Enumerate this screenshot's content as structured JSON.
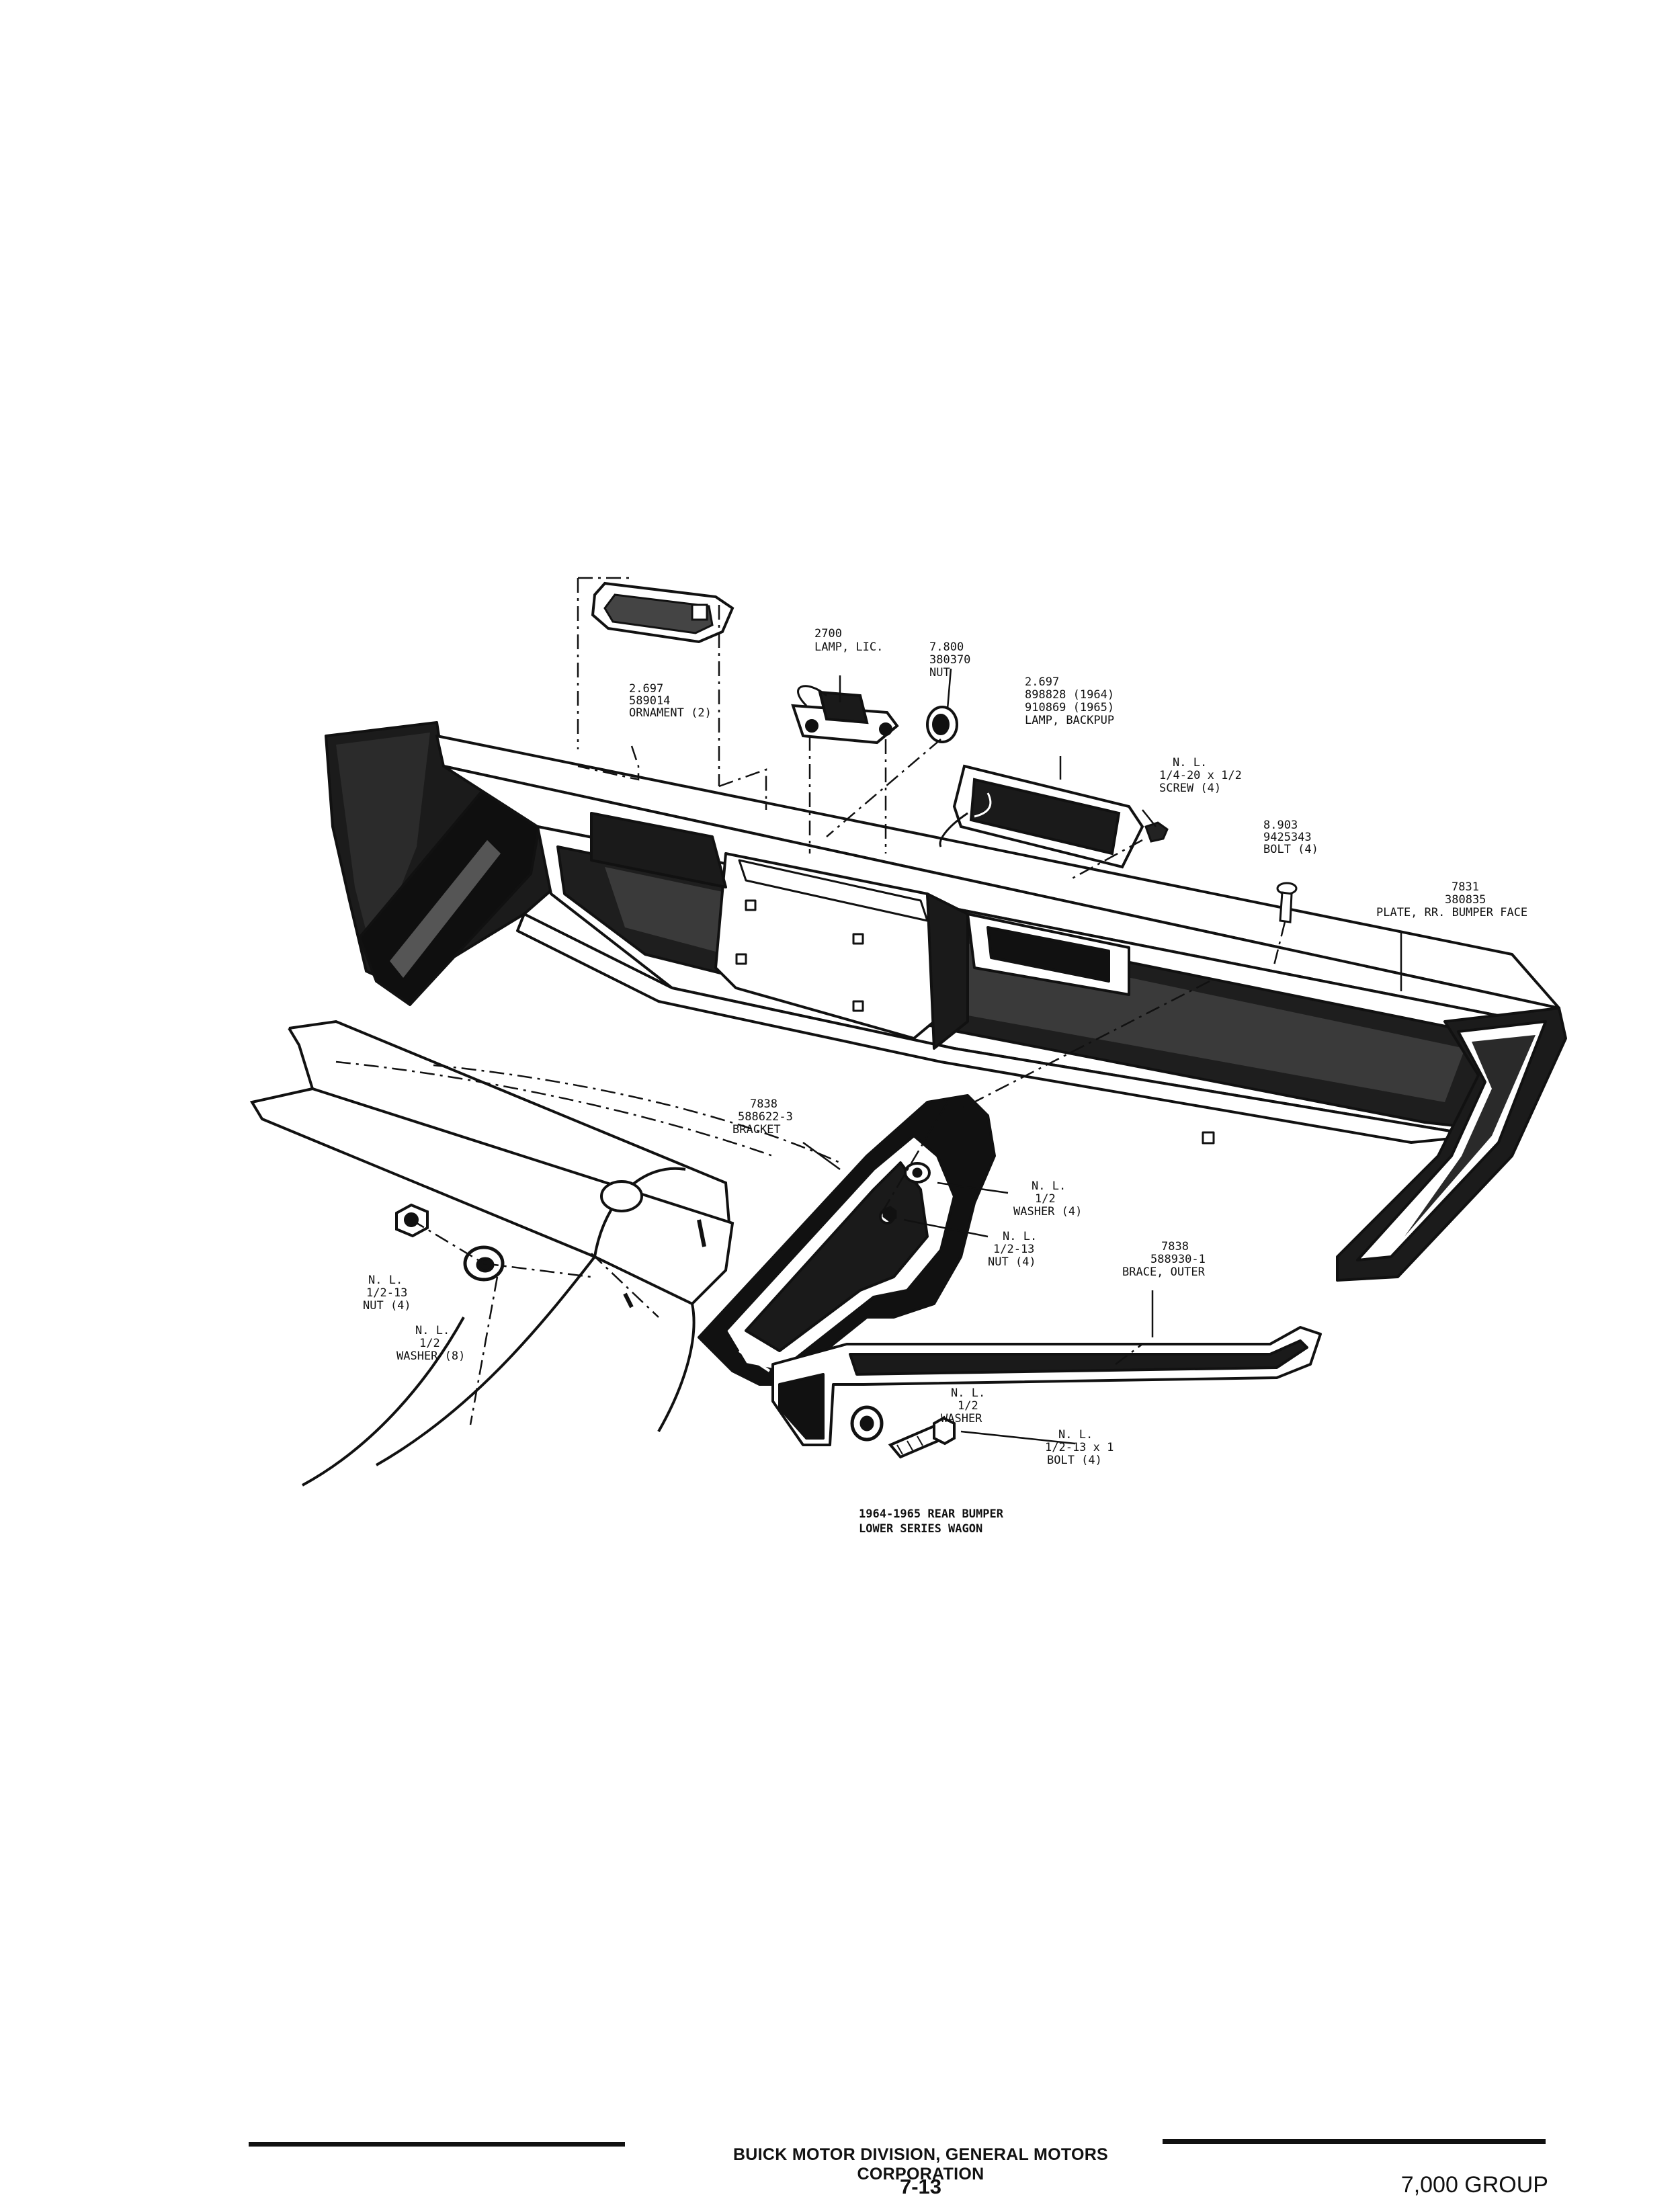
{
  "labels": {
    "ornament": [
      "2.697",
      "589014",
      "ORNAMENT (2)"
    ],
    "lamp_lic": [
      "2700",
      "LAMP, LIC."
    ],
    "nut_380370": [
      "7.800",
      "380370",
      "NUT"
    ],
    "lamp_backup": [
      "2.697",
      "898828 (1964)",
      "910869 (1965)",
      "LAMP, BACKPUP"
    ],
    "screw": [
      "N. L.",
      "1/4-20 x 1/2",
      "SCREW (4)"
    ],
    "bolt_9425343": [
      "8.903",
      "9425343",
      "BOLT (4)"
    ],
    "plate": [
      "7831",
      "380835",
      "PLATE, RR. BUMPER FACE"
    ],
    "bracket": [
      "7838",
      "588622-3",
      "BRACKET"
    ],
    "washer_bracket": [
      "N. L.",
      "1/2",
      "WASHER (4)"
    ],
    "nut_bracket": [
      "N. L.",
      "1/2-13",
      "NUT (4)"
    ],
    "brace": [
      "7838",
      "588930-1",
      "BRACE, OUTER"
    ],
    "nut_left": [
      "N. L.",
      "1/2-13",
      "NUT (4)"
    ],
    "washer_left": [
      "N. L.",
      "1/2",
      "WASHER (8)"
    ],
    "washer_brace": [
      "N. L.",
      "1/2",
      "WASHER"
    ],
    "bolt_brace": [
      "N. L.",
      "1/2-13 x 1",
      "BOLT (4)"
    ]
  },
  "caption": [
    "1964-1965 REAR BUMPER",
    "LOWER SERIES WAGON"
  ],
  "footer": {
    "corporation": "BUICK MOTOR DIVISION, GENERAL MOTORS CORPORATION",
    "page_number": "7-13",
    "group": "7,000 GROUP"
  }
}
